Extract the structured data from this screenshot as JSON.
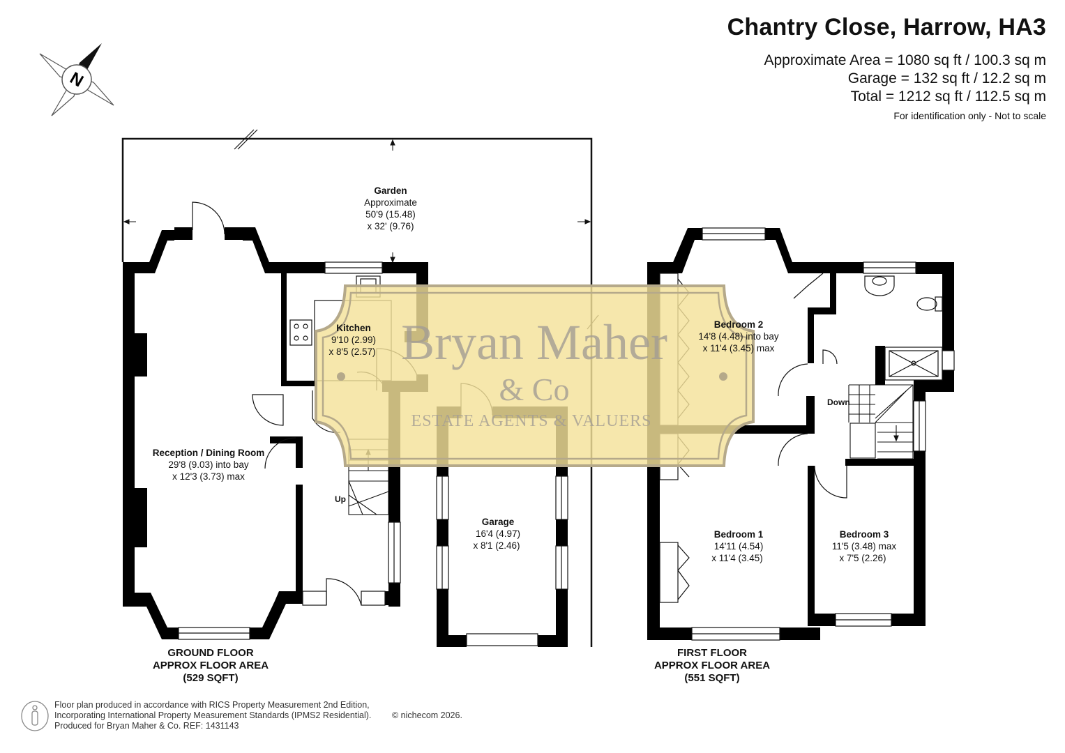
{
  "header": {
    "title": "Chantry Close, Harrow, HA3",
    "area_line": "Approximate Area = 1080 sq ft / 100.3 sq m",
    "garage_line": "Garage = 132 sq ft / 12.2 sq m",
    "total_line": "Total = 1212 sq ft / 112.5 sq m",
    "note": "For identification only - Not to scale"
  },
  "compass": {
    "label": "N",
    "icon": "compass-icon"
  },
  "watermark": {
    "line1": "Bryan Maher",
    "line2": "& Co",
    "line3": "ESTATE AGENTS & VALUERS",
    "fill_color": "#f4e29a",
    "text_color": "#a39c93"
  },
  "rooms": {
    "garden": {
      "name": "Garden",
      "line1": "Approximate",
      "line2": "50'9 (15.48)",
      "line3": "x 32' (9.76)"
    },
    "kitchen": {
      "name": "Kitchen",
      "line1": "9'10 (2.99)",
      "line2": "x 8'5 (2.57)"
    },
    "reception": {
      "name": "Reception / Dining Room",
      "line1": "29'8 (9.03) into bay",
      "line2": "x 12'3 (3.73) max"
    },
    "garage": {
      "name": "Garage",
      "line1": "16'4 (4.97)",
      "line2": "x 8'1 (2.46)"
    },
    "bedroom2": {
      "name": "Bedroom 2",
      "line1": "14'8 (4.48) into bay",
      "line2": "x 11'4 (3.45) max"
    },
    "bedroom1": {
      "name": "Bedroom 1",
      "line1": "14'11 (4.54)",
      "line2": "x 11'4 (3.45)"
    },
    "bedroom3": {
      "name": "Bedroom 3",
      "line1": "11'5 (3.48) max",
      "line2": "x 7'5 (2.26)"
    }
  },
  "stairs": {
    "up": "Up",
    "down": "Down"
  },
  "floors": {
    "ground": {
      "line1": "GROUND FLOOR",
      "line2": "APPROX FLOOR AREA",
      "line3": "(529 SQFT)"
    },
    "first": {
      "line1": "FIRST FLOOR",
      "line2": "APPROX FLOOR AREA",
      "line3": "(551 SQFT)"
    }
  },
  "footer": {
    "line1": "Floor plan produced in accordance with RICS Property Measurement 2nd Edition,",
    "line2": "Incorporating International Property Measurement Standards (IPMS2 Residential).",
    "line3": "Produced for Bryan Maher & Co.   REF: 1431143",
    "copyright": "© nichecom 2026.",
    "icon": "person-icon"
  },
  "colors": {
    "wall": "#000000",
    "watermark_fill": "#f4e29a"
  }
}
